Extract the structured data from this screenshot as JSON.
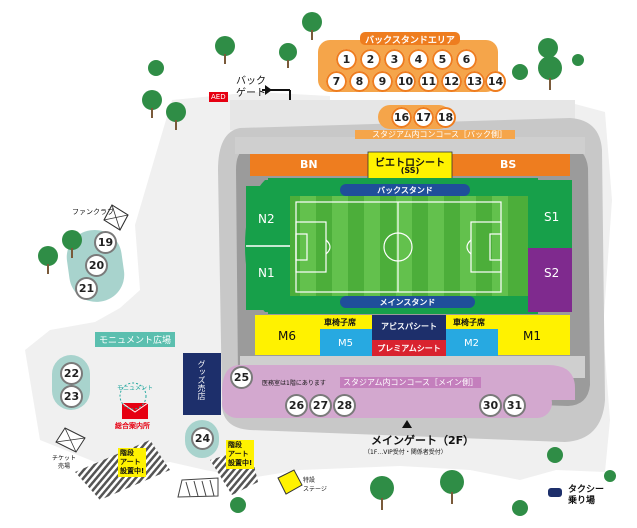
{
  "areas": {
    "back_stand_area": "バックスタンドエリア",
    "back_stand": "バックスタンド",
    "main_stand": "メインスタンド",
    "bietro_seat": "ビエトロシート",
    "bietro_seat_sub": "(SS)",
    "concourse_back": "スタジアム内コンコース［バック側］",
    "concourse_main": "スタジアム内コンコース［メイン側］",
    "avispa_seat": "アビスパシート",
    "premium_seat": "プレミアムシート",
    "wheelchair_seat_left": "車椅子席",
    "wheelchair_seat_right": "車椅子席",
    "first_aid_note": "医務室は1階にあります",
    "monument_plaza": "モニュメント広場",
    "goods_shop": "グッズ売店",
    "fan_club": "ファンクラブ",
    "ticket_booth_line1": "チケット",
    "ticket_booth_line2": "売場",
    "monument": "モニュメント",
    "info_center": "総合案内所",
    "special_stage_line1": "特設",
    "special_stage_line2": "ステージ",
    "aed": "AED",
    "back_gate_line1": "バック",
    "back_gate_line2": "ゲート",
    "main_gate": "メインゲート（2F）",
    "main_gate_sub": "（1F…VIP受付・関係者受付）",
    "taxi_line1": "タクシー",
    "taxi_line2": "乗り場",
    "stair_art_left": [
      "階段",
      "アート",
      "設置中!"
    ],
    "stair_art_right": [
      "階段",
      "アート",
      "設置中!"
    ]
  },
  "sections": {
    "BN": "BN",
    "BS": "BS",
    "N1": "N1",
    "N2": "N2",
    "S1": "S1",
    "S2": "S2",
    "M1": "M1",
    "M2": "M2",
    "M5": "M5",
    "M6": "M6"
  },
  "gates": {
    "back_row1": [
      "1",
      "2",
      "3",
      "4",
      "5",
      "6"
    ],
    "back_row2": [
      "7",
      "8",
      "9",
      "10",
      "11",
      "12",
      "13",
      "14"
    ],
    "back_concourse": [
      "16",
      "17",
      "18"
    ],
    "fan_area": [
      "19",
      "20",
      "21"
    ],
    "plaza_left": [
      "22",
      "23"
    ],
    "goods": "24",
    "main_left": "25",
    "main_row": [
      "26",
      "27",
      "28"
    ],
    "main_right": [
      "30",
      "31"
    ]
  },
  "colors": {
    "back_stand_area": "#f5a54a",
    "orange_gate": "#ee7d1f",
    "red_seat": "#d9232f",
    "green_seat": "#17a04a",
    "pitch": "#4cae3a",
    "yellow_seat": "#fff200",
    "purple_seat": "#7f2a8e",
    "blue_seat": "#27a9e1",
    "navy": "#1d2f6b",
    "concourse": "#d3a8cf",
    "stadium_grey": "#c8c8c8",
    "plaza_teal": "#a8d3cd",
    "info_red": "#e60012"
  }
}
